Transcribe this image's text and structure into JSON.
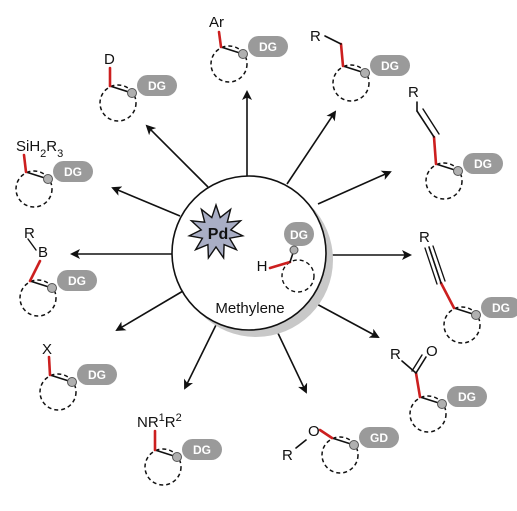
{
  "center": {
    "metal": "Pd",
    "h_label": "H",
    "dg_label": "DG",
    "caption": "Methylene"
  },
  "products": [
    {
      "id": "deuterium",
      "label": "D",
      "dg": "DG"
    },
    {
      "id": "aryl",
      "label": "Ar",
      "dg": "DG"
    },
    {
      "id": "alkyl",
      "label": "R",
      "dg": "DG"
    },
    {
      "id": "alkenyl",
      "label": "R",
      "dg": "DG"
    },
    {
      "id": "silyl",
      "label": "SiH",
      "sub1": "2",
      "label2": "R",
      "sub2": "3",
      "dg": "DG"
    },
    {
      "id": "boryl",
      "label_r": "R",
      "label_b": "B",
      "dg": "DG"
    },
    {
      "id": "alkynyl",
      "label": "R",
      "dg": "DG"
    },
    {
      "id": "halide",
      "label": "X",
      "dg": "DG"
    },
    {
      "id": "amine",
      "label": "NR",
      "sup1": "1",
      "label2": "R",
      "sup2": "2",
      "dg": "DG"
    },
    {
      "id": "ether",
      "label_r": "R",
      "label_o": "O",
      "dg": "GD"
    },
    {
      "id": "ketone",
      "label_r": "R",
      "label_o": "O",
      "dg": "DG"
    }
  ],
  "colors": {
    "bond_red": "#cc1f1f",
    "dg_fill": "#9a9a9a",
    "circle_shadow": "#c8c8c8",
    "pd_star": "#a9aec5"
  }
}
